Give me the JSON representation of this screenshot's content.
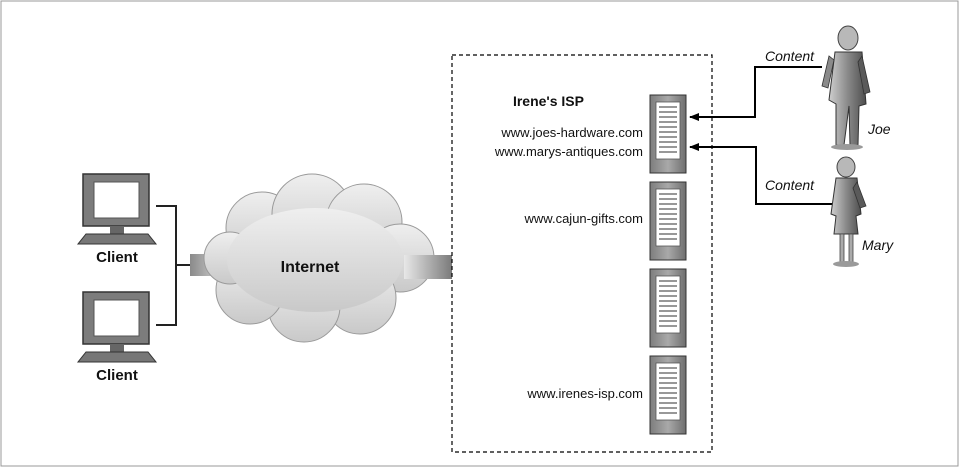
{
  "isp": {
    "title": "Irene's ISP",
    "sites": [
      "www.joes-hardware.com",
      "www.marys-antiques.com",
      "www.cajun-gifts.com",
      "www.irenes-isp.com"
    ]
  },
  "network": {
    "label": "Internet"
  },
  "clients": [
    {
      "label": "Client"
    },
    {
      "label": "Client"
    }
  ],
  "publishers": [
    {
      "name": "Joe",
      "action": "Content"
    },
    {
      "name": "Mary",
      "action": "Content"
    }
  ]
}
